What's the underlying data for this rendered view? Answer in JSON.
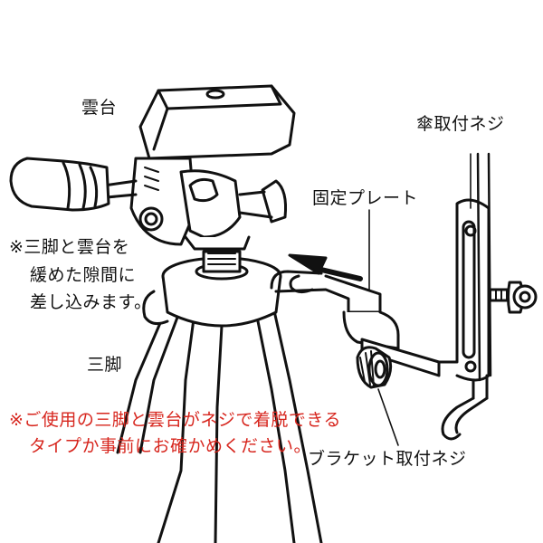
{
  "labels": {
    "pan_head": "雲台",
    "umbrella_screw": "傘取付ネジ",
    "fixing_plate": "固定プレート",
    "note_line1": "※三脚と雲台を",
    "note_line2": "緩めた隙間に",
    "note_line3": "差し込みます。",
    "tripod": "三脚",
    "warning_line1": "※ご使用の三脚と雲台がネジで着脱できる",
    "warning_line2": "タイプか事前にお確かめください。",
    "bracket_screw": "ブラケット取付ネジ"
  },
  "colors": {
    "ink": "#111111",
    "warning": "#d7261e"
  }
}
